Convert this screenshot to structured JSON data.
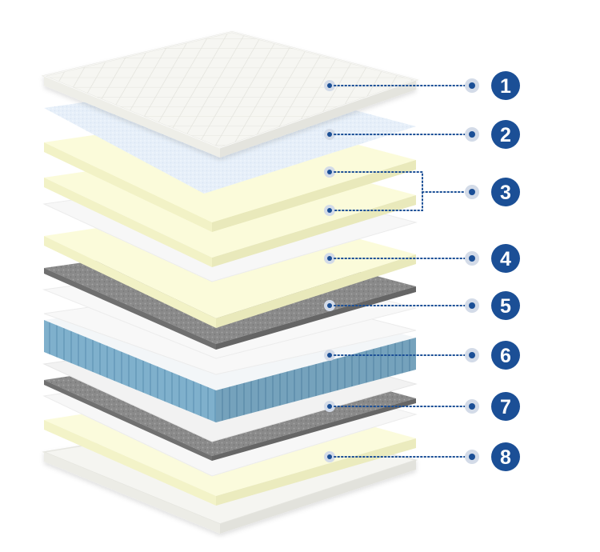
{
  "colors": {
    "leader": "#1b4f96",
    "badge": "#1b4f96",
    "badge_text": "#ffffff",
    "anchor_halo": "#d3dbe8",
    "quilt": "#f6f6f2",
    "blue_fabric": "#e9f1fb",
    "cream_foam": "#fbfbdb",
    "white_sheet": "#f7f7f7",
    "grey_felt": "#8b8b8b",
    "springs": "#6a9fbd"
  },
  "callouts": [
    {
      "number": "1"
    },
    {
      "number": "2"
    },
    {
      "number": "3"
    },
    {
      "number": "4"
    },
    {
      "number": "5"
    },
    {
      "number": "6"
    },
    {
      "number": "7"
    },
    {
      "number": "8"
    }
  ]
}
